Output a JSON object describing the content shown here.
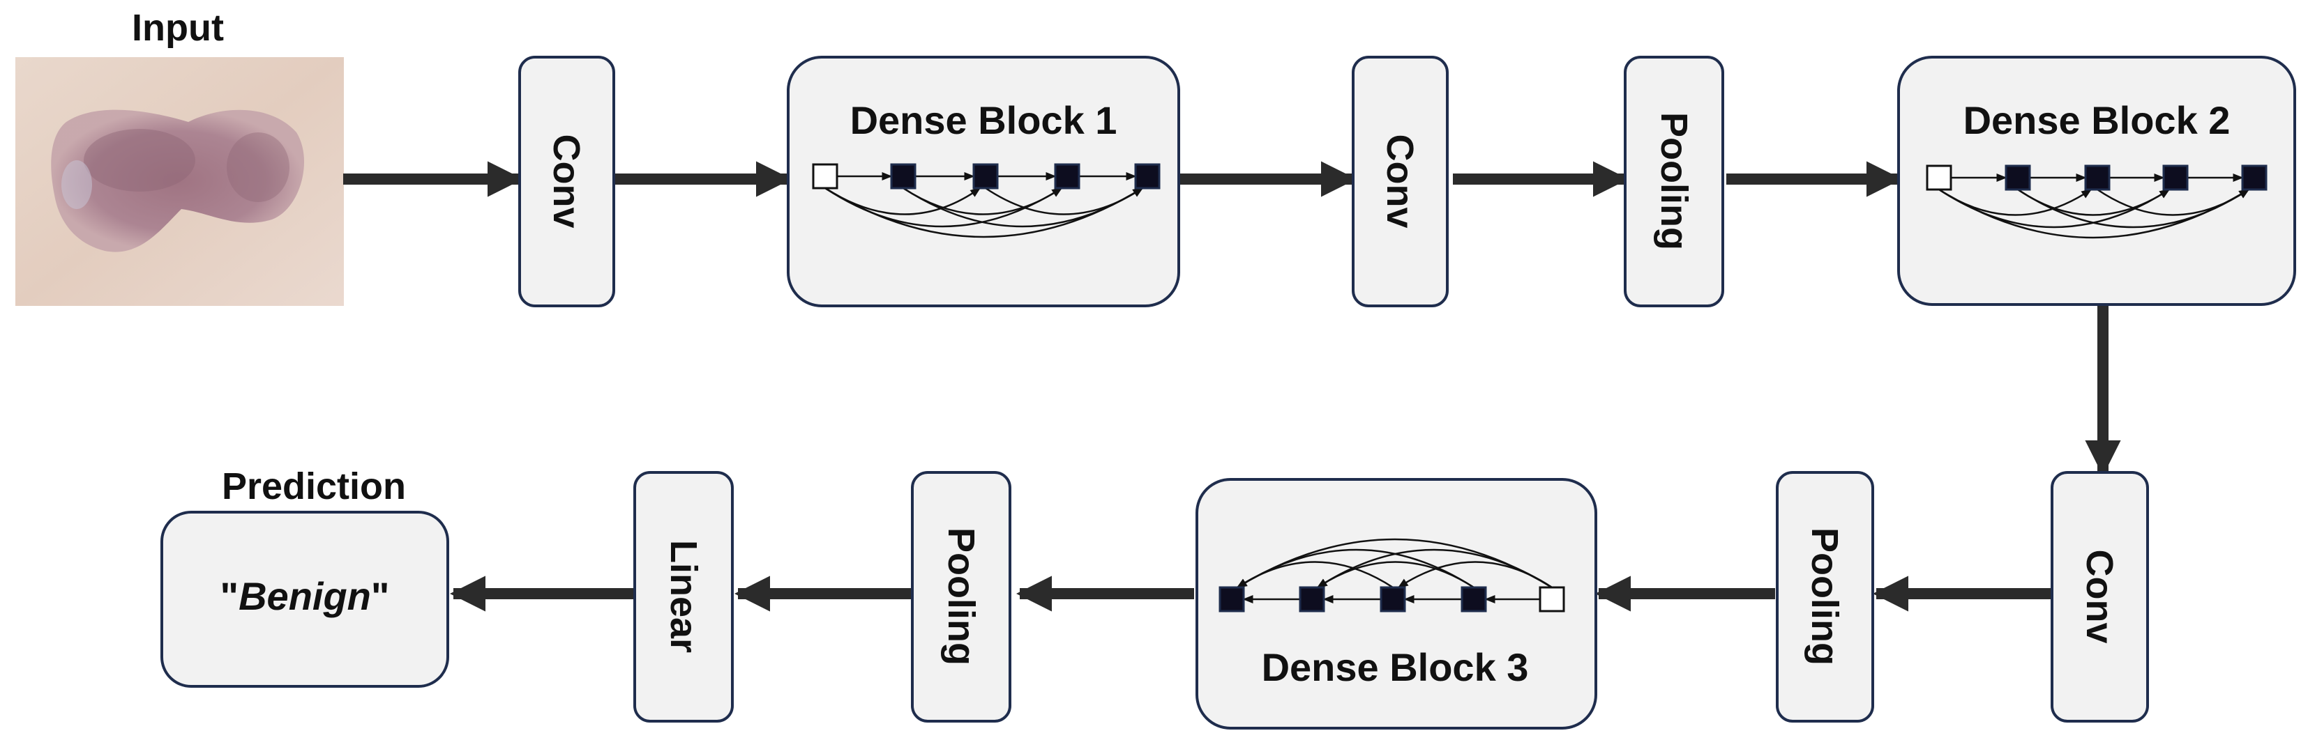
{
  "input": {
    "title": "Input"
  },
  "layers": {
    "conv1": "Conv",
    "dense1": "Dense Block 1",
    "conv2": "Conv",
    "pool1": "Pooling",
    "dense2": "Dense Block 2",
    "conv3": "Conv",
    "pool2": "Pooling",
    "dense3": "Dense Block 3",
    "pool3": "Pooling",
    "linear": "Linear"
  },
  "prediction": {
    "title": "Prediction",
    "open_quote": "\"",
    "value": "Benign",
    "close_quote": "\""
  },
  "colors": {
    "box_fill": "#f2f2f2",
    "box_stroke": "#1f2d4d",
    "arrow": "#2b2b2b",
    "node_dark": "#0d0d1f"
  }
}
